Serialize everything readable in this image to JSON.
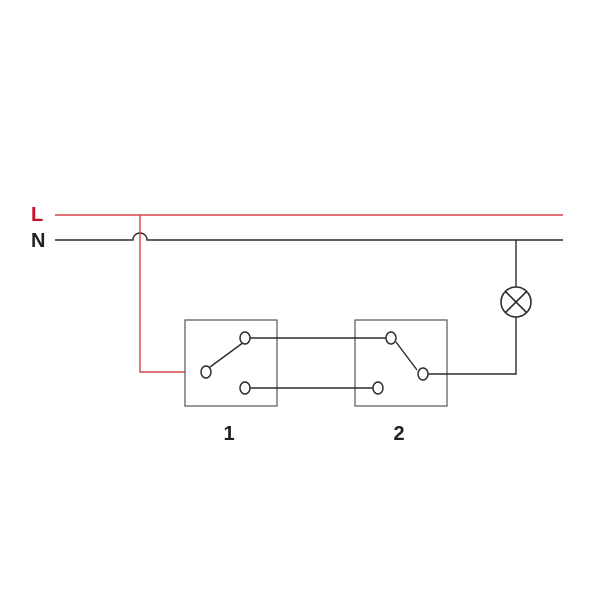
{
  "lines": {
    "live": {
      "label": "L",
      "color": "#c8102e"
    },
    "neutral": {
      "label": "N",
      "color": "#222222"
    }
  },
  "switches": [
    {
      "number": "1"
    },
    {
      "number": "2"
    }
  ],
  "colors": {
    "live_wire": "#d6454f",
    "neutral_wire": "#2b2b2b"
  }
}
